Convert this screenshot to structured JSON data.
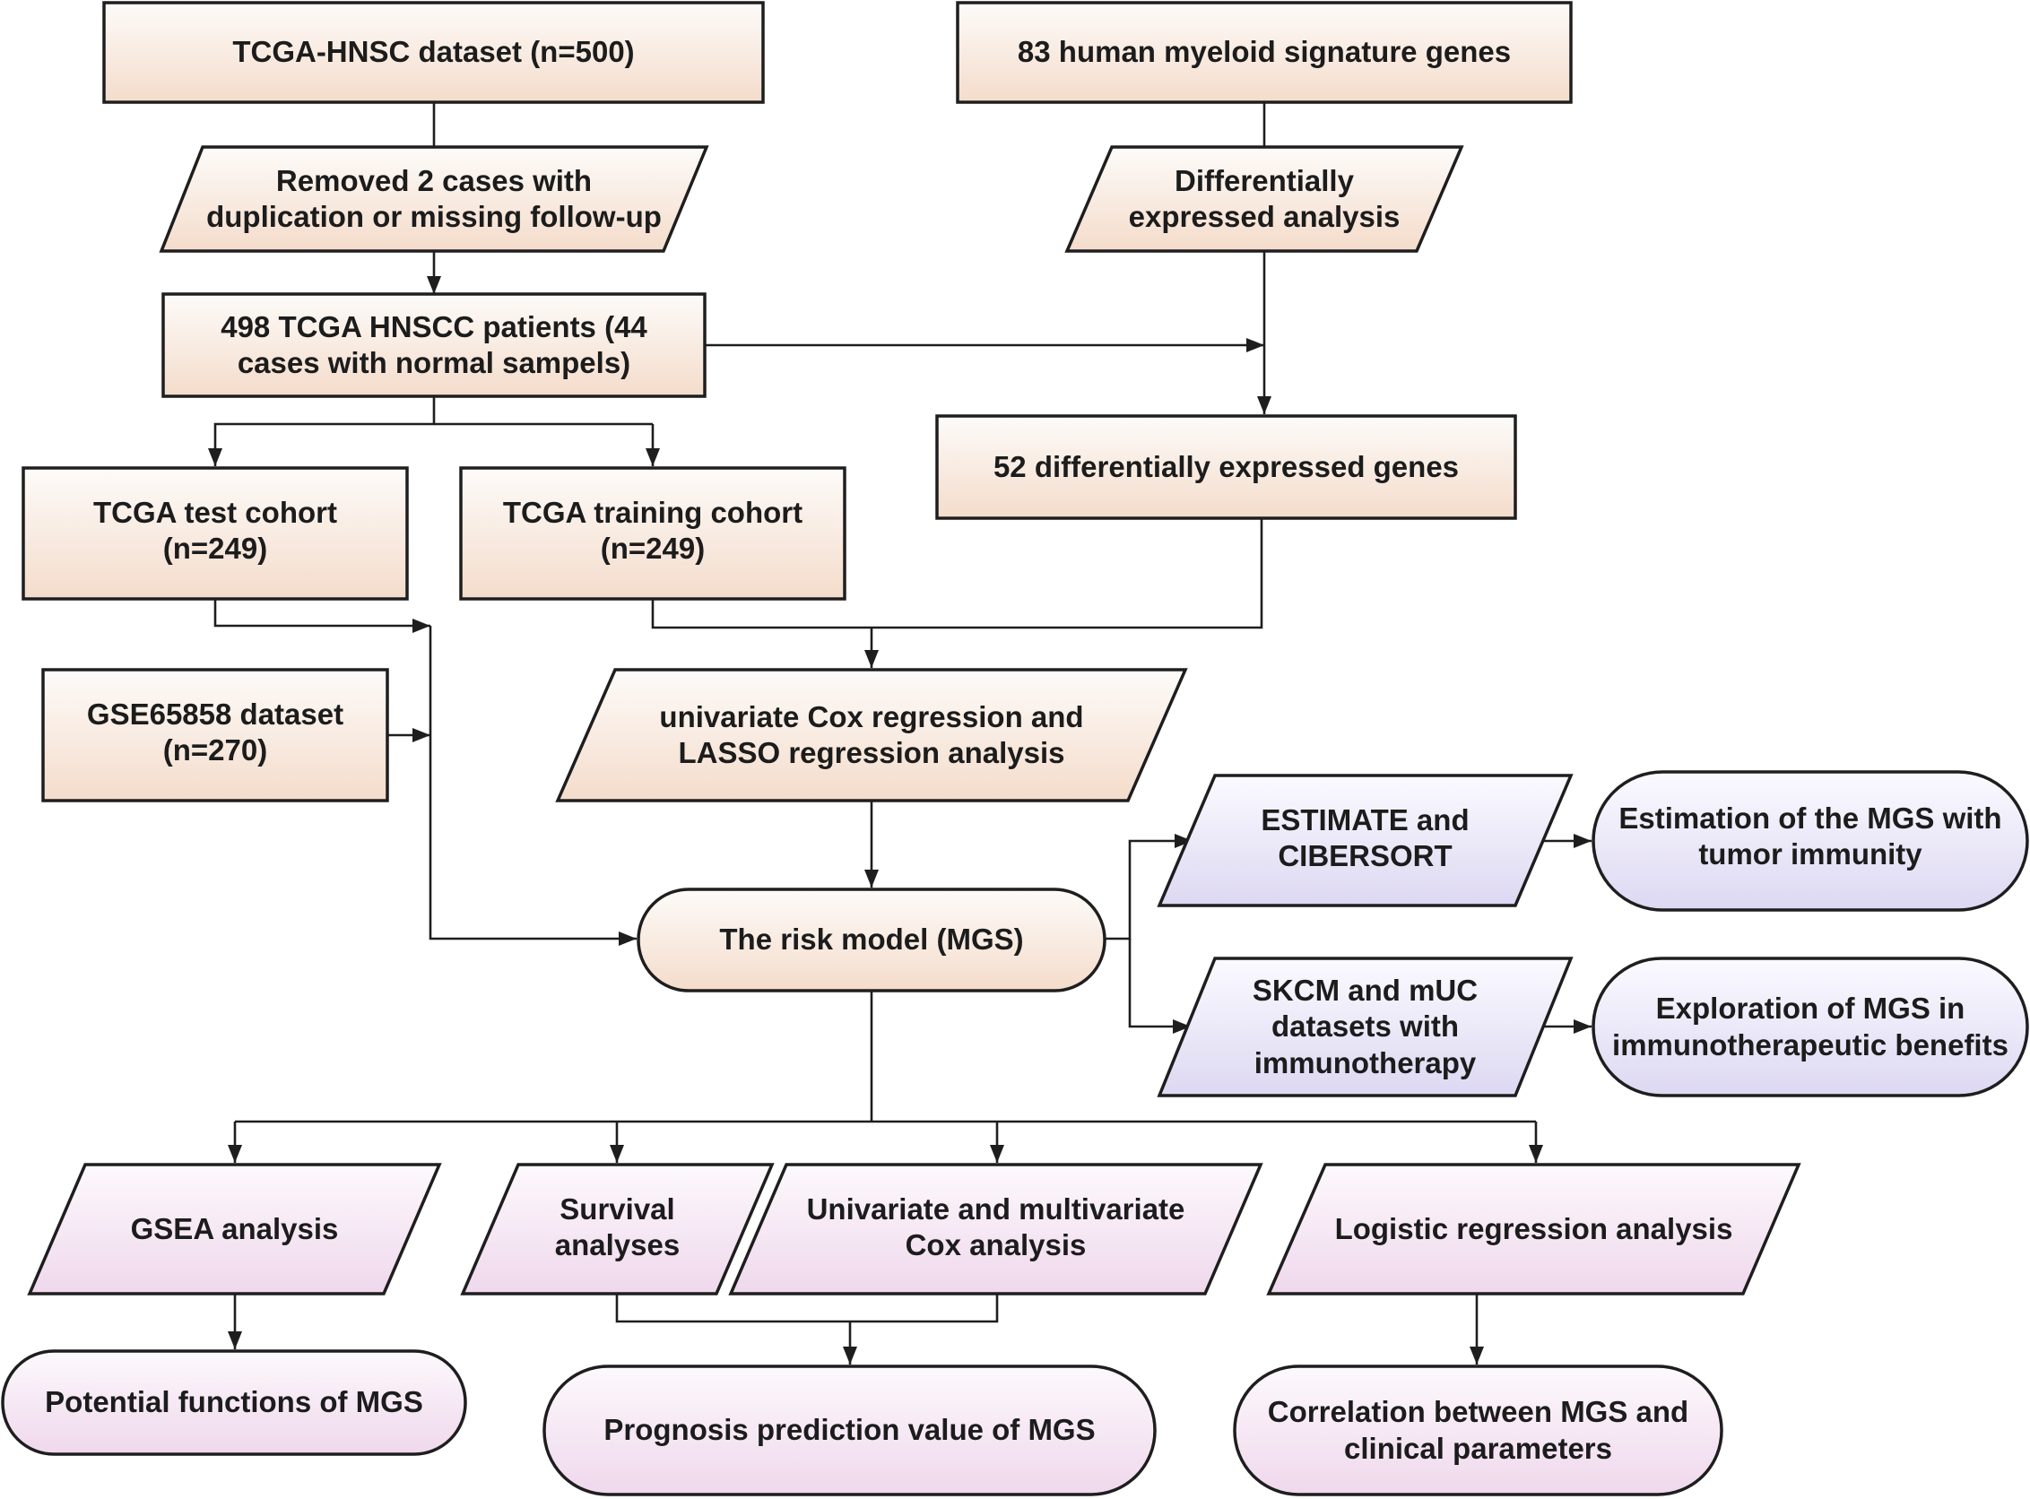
{
  "nodes": {
    "tcga_hnsc": "TCGA-HNSC dataset (n=500)",
    "myeloid_genes": "83 human myeloid signature genes",
    "removed_cases": "Removed 2 cases with\nduplication or missing follow-up",
    "diff_analysis": "Differentially\nexpressed analysis",
    "patients_498": "498 TCGA HNSCC patients (44\ncases with normal sampels)",
    "deg_52": "52 differentially expressed genes",
    "test_cohort": "TCGA test cohort\n(n=249)",
    "training_cohort": "TCGA training cohort\n(n=249)",
    "gse65858": "GSE65858 dataset\n(n=270)",
    "cox_lasso": "univariate Cox regression and\nLASSO regression analysis",
    "estimate": "ESTIMATE and\nCIBERSORT",
    "tumor_immunity": "Estimation of the MGS with\ntumor immunity",
    "risk_model": "The risk model (MGS)",
    "skcm": "SKCM and mUC\ndatasets with\nimmunotherapy",
    "immuno_benefits": "Exploration of MGS in\nimmunotherapeutic benefits",
    "gsea": "GSEA analysis",
    "survival": "Survival\nanalyses",
    "uni_multi_cox": "Univariate and multivariate\nCox analysis",
    "logistic": "Logistic regression  analysis",
    "potential_functions": "Potential functions of MGS",
    "prognosis": "Prognosis prediction value of MGS",
    "correlation": "Correlation between MGS and\nclinical parameters"
  },
  "colors": {
    "peach_light": "#fdfbf9",
    "peach_dark": "#f4dccb",
    "lavender_light": "#fbfaff",
    "lavender_dark": "#ddd8f2",
    "pink_light": "#fdf9fd",
    "pink_dark": "#efd8ec",
    "stroke": "#1e1e1e"
  }
}
